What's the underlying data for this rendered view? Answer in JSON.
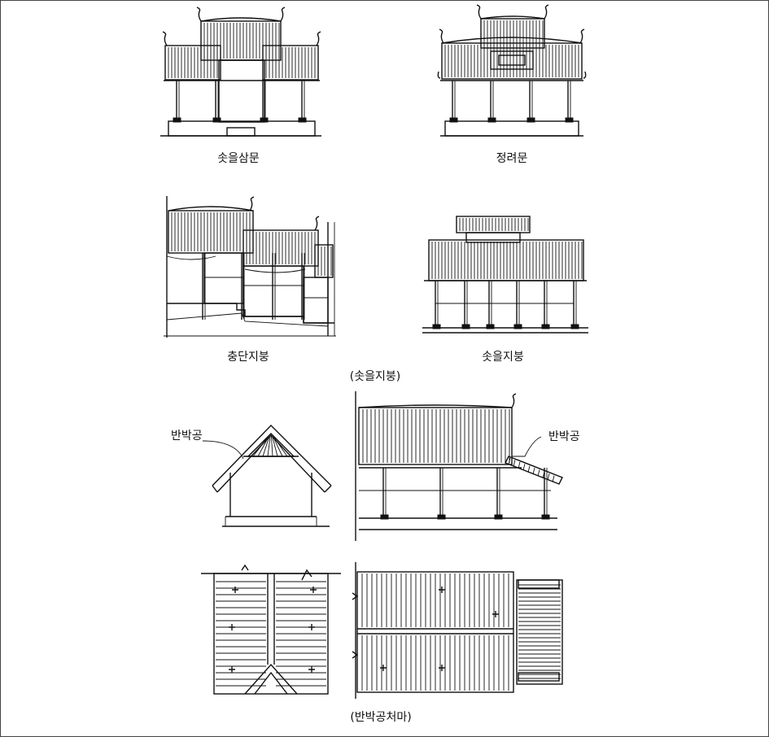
{
  "labels": {
    "soseul_sammun": "솟을삼문",
    "jeongryeomun": "정려문",
    "chungdan_jibung": "충단지붕",
    "soseul_jibung": "솟을지붕",
    "caption_soseul": "(솟을지붕)",
    "banbakgong_left": "반박공",
    "banbakgong_right": "반박공",
    "caption_banbakgong": "(반박공처마)"
  },
  "colors": {
    "ink": "#111111",
    "paper": "#ffffff",
    "frame": "#444444"
  }
}
